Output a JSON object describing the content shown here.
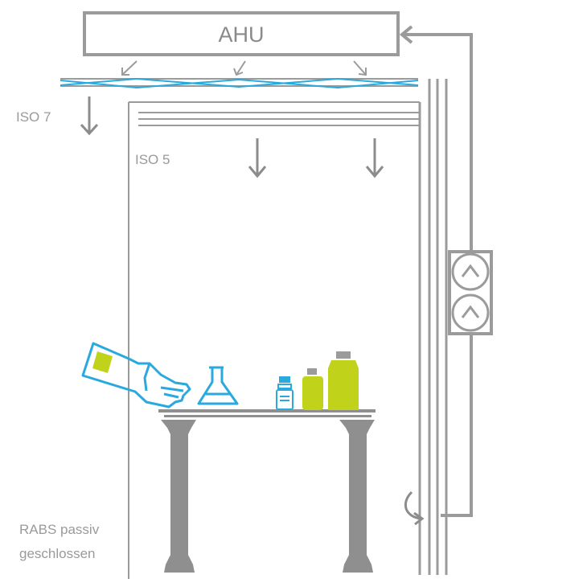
{
  "ahu_label": "AHU",
  "zone_outer_label": "ISO 7",
  "zone_inner_label": "ISO 5",
  "system_label_line1": "RABS passiv",
  "system_label_line2": "geschlossen",
  "colors": {
    "structure": "#9b9b9b",
    "dark": "#8c8c8c",
    "accent_blue": "#29a9dd",
    "accent_green": "#c1d21b",
    "table": "#8f8f8f"
  },
  "icons": [
    "ahu-box",
    "hepa-filter",
    "airflow-arrow",
    "fan-unit",
    "glove-port",
    "flask-icon",
    "vial-icon",
    "bottle-icon",
    "table",
    "return-duct"
  ]
}
